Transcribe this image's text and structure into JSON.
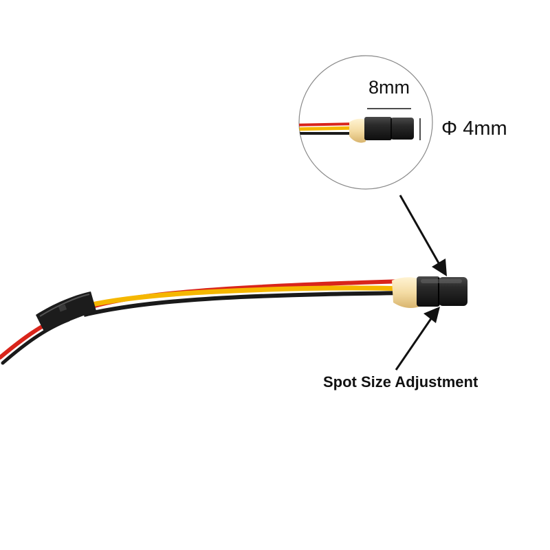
{
  "annotations": {
    "length": "8mm",
    "diameter": "Φ 4mm",
    "callout": "Spot Size Adjustment"
  },
  "wire_colors": {
    "red": "#d9251b",
    "yellow": "#f5b700",
    "black": "#1a1a1a"
  }
}
